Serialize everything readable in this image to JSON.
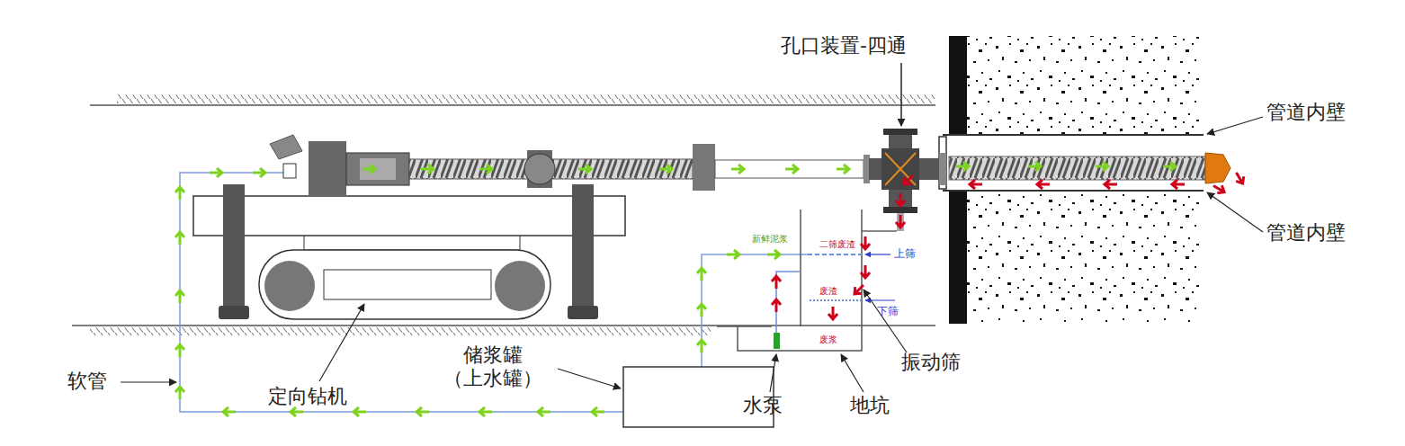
{
  "diagram": {
    "labels": [
      "孔口装置-四通",
      "管道内壁",
      "管道内壁",
      "新鲜泥浆",
      "二筛废渣",
      "上筛",
      "废渣",
      "下筛",
      "废浆",
      "振动筛",
      "软管",
      "定向钻机",
      "储浆罐 （上水罐）",
      "水泵",
      "地坑"
    ]
  }
}
